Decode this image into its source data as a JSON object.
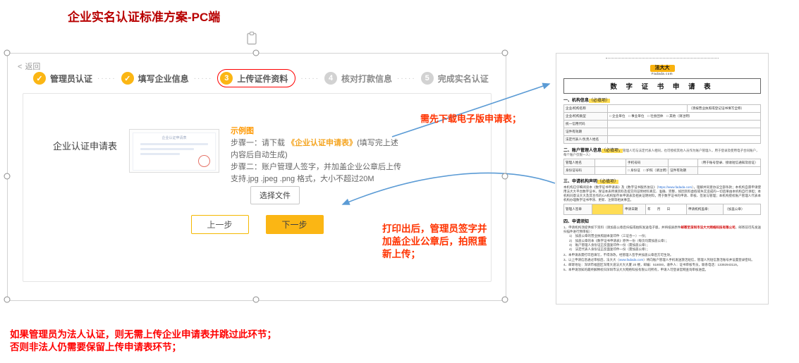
{
  "slide": {
    "title": "企业实名认证标准方案-PC端",
    "note_line1": "如果管理员为法人认证，则无需上传企业申请表并跳过此环节；",
    "note_line2": "否则非法人仍需要保留上传申请表环节；"
  },
  "annotations": {
    "download": "需先下载电子版申请表；",
    "reupload_line1": "打印出后，管理员签字并",
    "reupload_line2": "加盖企业公章后，拍照重",
    "reupload_line3": "新上传；"
  },
  "wizard": {
    "back_chevron": "<",
    "back_label": "返回",
    "separator": "·····",
    "steps": [
      {
        "marker": "✓",
        "label": "管理员认证"
      },
      {
        "marker": "✓",
        "label": "填写企业信息"
      },
      {
        "marker": "3",
        "label": "上传证件资料"
      },
      {
        "marker": "4",
        "label": "核对打款信息"
      },
      {
        "marker": "5",
        "label": "完成实名认证"
      }
    ]
  },
  "upload_form": {
    "field_label": "企业认证申请表",
    "thumb_caption": "企业认证申请表",
    "sample_tag": "示例图",
    "step1_prefix": "步骤一：请下载 ",
    "step1_link": "《企业认证申请表》",
    "step1_suffix": "(填写完上述",
    "step1_wrap": "内容后自动生成)",
    "step2": "步骤二：账户管理人签字，并加盖企业公章后上传",
    "format_hint": "支持.jpg .jpeg .png 格式，大小不超过20M",
    "choose_file": "选择文件",
    "prev": "上一步",
    "next": "下一步"
  },
  "doc": {
    "logo": "法大大",
    "logo_sub": "Fadada.com",
    "title": "数 字 证 书 申 请 表",
    "s1": {
      "head": "一、机构信息",
      "tag": "（必填项）",
      "rows": [
        {
          "label": "企业/机构名称",
          "note": "（须按营业执照或登记证书填写全称）"
        },
        {
          "label": "企业/机构类型",
          "value": "□ 企业单位　□ 事业单位　□ 社会团体　□ 其他（请注明）"
        },
        {
          "label": "统一信用代码"
        },
        {
          "label": "证件有效期"
        },
        {
          "label": "法定代表人/负责人姓名"
        }
      ]
    },
    "s2": {
      "head": "二、账户管理人信息",
      "tag": "（必填项，",
      "note": "管理人可与法定代表人相同，也可授权其他人员作为账户管理人，用于登录及使用电子合同账户，每个账户仅限一人）",
      "r1c1": "管理人姓名",
      "r1c3": "手机号码",
      "r1c5": "（用于账号登录、接收短信通知及验证）",
      "r2c1": "身份证号码",
      "r2c3": "□ 身份证　□ 护照（请注明）",
      "r2c4": "证件有效期"
    },
    "s3": {
      "head": "三、申请机构声明",
      "tag": "（必填项）",
      "p1": "本机构已仔细阅读本《数字证书申请表》及《数字证书服务协议》（",
      "link": "https://www.fadada.com",
      "p2": "），理解并同意协议全部条款；本机构自愿申请使用法大大平台数字证书，保证本表所填资料及提交的证明材料真实、准确、完整，如因资料虚假或失实造成的一切后果由本机构自行承担；本机构同意法大大及其合作的CA机构留存本申请表及相关证明材料，用于数字证书的申请、审核、签发与管理；本机构授权账户管理人代表本机构办理数字证书申领、更新、注销等相关事宜。"
    },
    "sig": {
      "c1": "管理人签章",
      "c2": "申请日期",
      "c3": "年　　月　　日",
      "c4": "申请机构盖章：",
      "c5": "（加盖公章）"
    },
    "s4": {
      "head": "四、申请须知",
      "i1a": "1、申请机构须提供如下资料（请加盖公章后扫描或拍照发送电子版，并将纸质原件",
      "i1red": "邮寄至深圳市法大大网络科技有限公司",
      "i1b": "，邮寄前可先发送扫描件进行预审核）：",
      "sub1": "1)　加盖公章的营业执照副本复印件（三证合一）一份；",
      "sub2": "2)　加盖公章的本《数字证书申请表》原件一份（每页均需加盖公章）；",
      "sub3": "3)　账户管理人身份证正反面复印件一份（需加盖公章）；",
      "sub4": "4)　法定代表人身份证正反面复印件一份（需加盖公章）；",
      "i2": "2、本申请表需打印后填写，不得涂改，经管理人签字并加盖公章后方可生效。",
      "i3a": "3、以上申请信息通过审核后，法大大（",
      "i3link": "www.fadada.com",
      "i3b": "）将向账户管理人手机发送激活短信，管理人凭短信激活账号并设置登录密码。",
      "i4": "4、邮寄地址：深圳市福田区深南大道法大大大厦 20 楼，邮编：518000，收件人：证书审核专员，联系电话：13392943119。",
      "i5": "5、本申请须知的最终解释权归深圳市法大大网络科技有限公司所有，申请人可登录官网查询审核进度。"
    }
  }
}
